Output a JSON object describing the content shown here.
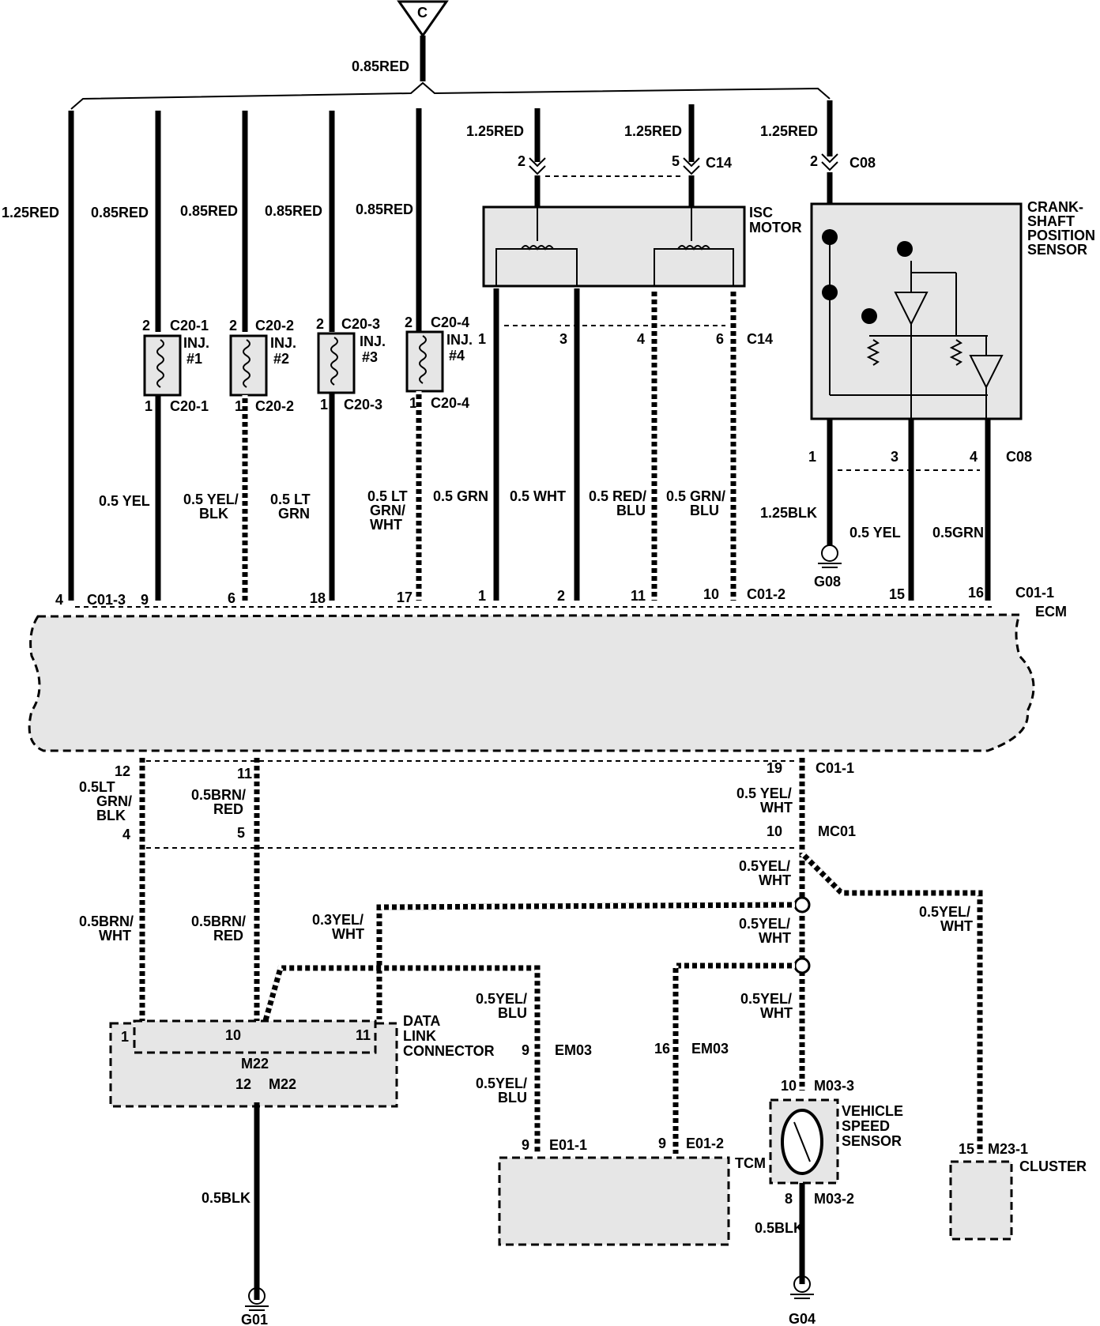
{
  "title_connector": "C",
  "main_feed": "0.85RED",
  "feeds": {
    "isc_a": "1.25RED",
    "isc_b": "1.25RED",
    "ckp": "1.25RED",
    "c14": "C14",
    "c08": "C08",
    "isc_pin_a": "2",
    "isc_pin_b": "5",
    "ckp_pin": "2"
  },
  "branches": [
    {
      "wire": "1.25RED",
      "pin": "4",
      "conn": "C01-3"
    },
    {
      "wire": "0.85RED",
      "pin": "9"
    },
    {
      "wire": "0.85RED",
      "pin": "6"
    },
    {
      "wire": "0.85RED",
      "pin": "18"
    },
    {
      "wire": "0.85RED",
      "pin": "17"
    }
  ],
  "injectors": [
    {
      "name": "INJ.",
      "num": "#1",
      "conn": "C20-1",
      "p_top": "2",
      "p_bot": "1",
      "out": "0.5 YEL"
    },
    {
      "name": "INJ.",
      "num": "#2",
      "conn": "C20-2",
      "p_top": "2",
      "p_bot": "1",
      "out1": "0.5 YEL/",
      "out2": "BLK"
    },
    {
      "name": "INJ.",
      "num": "#3",
      "conn": "C20-3",
      "p_top": "2",
      "p_bot": "1",
      "out1": "0.5 LT",
      "out2": "GRN"
    },
    {
      "name": "INJ.",
      "num": "#4",
      "conn": "C20-4",
      "p_top": "2",
      "p_bot": "1",
      "out1": "0.5 LT",
      "out2": "GRN/",
      "out3": "WHT"
    }
  ],
  "isc": {
    "label1": "ISC",
    "label2": "MOTOR",
    "conn": "C14",
    "pins": [
      "1",
      "3",
      "4",
      "6"
    ],
    "wires": [
      "0.5 GRN",
      "0.5 WHT",
      "0.5 RED/",
      "BLU",
      "0.5 GRN/",
      "BLU"
    ],
    "ecm_pins": [
      "1",
      "2",
      "11",
      "10"
    ],
    "ecm_conn": "C01-2"
  },
  "ckp": {
    "label1": "CRANK-",
    "label2": "SHAFT",
    "label3": "POSITION",
    "label4": "SENSOR",
    "conn": "C08",
    "pins": [
      "1",
      "3",
      "4"
    ],
    "wires": [
      "1.25BLK",
      "0.5 YEL",
      "0.5GRN"
    ],
    "ground": "G08",
    "ecm_pins": [
      "15",
      "16"
    ],
    "ecm_conn": "C01-1"
  },
  "ecm": {
    "label": "ECM"
  },
  "lower": {
    "pin12": "12",
    "pin11": "11",
    "pin19": "19",
    "conn_c011": "C01-1",
    "w_left1": "0.5LT",
    "w_left2": "GRN/",
    "w_left3": "BLK",
    "w_mid1": "0.5BRN/",
    "w_mid2": "RED",
    "w_r1": "0.5 YEL/",
    "w_r2": "WHT",
    "mc01": "MC01",
    "mc_pins": [
      "4",
      "5",
      "10"
    ],
    "w_lb1": "0.5BRN/",
    "w_lb2": "WHT",
    "w_mb1": "0.5BRN/",
    "w_mb2": "RED",
    "w_rb1": "0.5YEL/",
    "w_rb2": "WHT",
    "w_03a": "0.3YEL/",
    "w_03b": "WHT",
    "w_sp1": "0.5YEL/",
    "w_sp2": "WHT",
    "w_sp3": "0.5YEL/",
    "w_sp4": "WHT",
    "w_vs1": "0.5YEL/",
    "w_vs2": "WHT",
    "w_cl1": "0.5YEL/",
    "w_cl2": "WHT"
  },
  "dlc": {
    "l1": "DATA",
    "l2": "LINK",
    "l3": "CONNECTOR",
    "conn": "M22",
    "pins": [
      "1",
      "10",
      "11",
      "12"
    ],
    "ground_wire": "0.5BLK",
    "ground": "G01"
  },
  "tcm": {
    "label": "TCM",
    "em03": "EM03",
    "pin9": "9",
    "pin16": "16",
    "w1": "0.5YEL/",
    "w2": "BLU",
    "w3": "0.5YEL/",
    "w4": "BLU",
    "e011": "E01-1",
    "e012": "E01-2"
  },
  "vss": {
    "l1": "VEHICLE",
    "l2": "SPEED",
    "l3": "SENSOR",
    "c_top": "M03-3",
    "c_bot": "M03-2",
    "p_top": "10",
    "p_bot": "8",
    "ground_wire": "0.5BLK",
    "ground": "G04"
  },
  "cluster": {
    "label": "CLUSTER",
    "conn": "M23-1",
    "pin": "15"
  }
}
